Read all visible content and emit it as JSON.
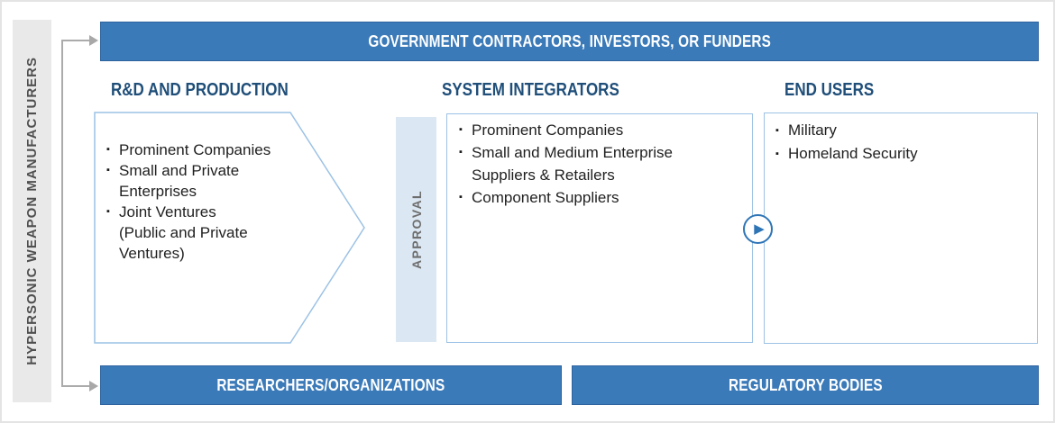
{
  "sidebar": {
    "label": "HYPERSONIC WEAPON MANUFACTURERS"
  },
  "top_banner": {
    "label": "GOVERNMENT CONTRACTORS, INVESTORS, OR FUNDERS"
  },
  "columns": {
    "rd": {
      "heading": "R&D AND PRODUCTION",
      "items": [
        "Prominent Companies",
        "Small and Private\nEnterprises",
        "Joint Ventures\n(Public and Private\nVentures)"
      ]
    },
    "approval": {
      "label": "APPROVAL"
    },
    "si": {
      "heading": "SYSTEM INTEGRATORS",
      "items": [
        "Prominent Companies",
        "Small and Medium Enterprise\nSuppliers & Retailers",
        "Component Suppliers"
      ]
    },
    "eu": {
      "heading": "END USERS",
      "items": [
        "Military",
        "Homeland Security"
      ]
    }
  },
  "bottom_banners": {
    "left": "RESEARCHERS/ORGANIZATIONS",
    "right": "REGULATORY BODIES"
  },
  "icons": {
    "bullet": "▪",
    "play": "▶"
  },
  "colors": {
    "banner_blue": "#3b7ab8",
    "banner_border": "#2d639e",
    "heading_navy": "#1f4e79",
    "box_border": "#9cc2e5",
    "approval_bg": "#dbe7f3",
    "sidebar_gray": "#e9e9e9",
    "connector_gray": "#ababab",
    "play_blue": "#2e75b6"
  }
}
